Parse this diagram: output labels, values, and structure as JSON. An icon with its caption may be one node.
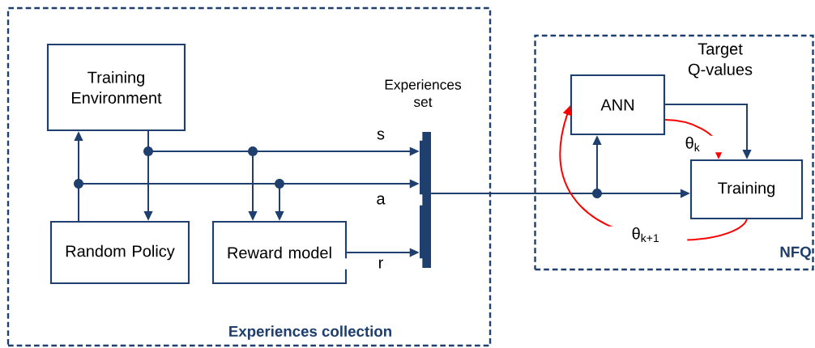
{
  "diagram": {
    "nodes": [
      {
        "text": [
          "Experiences collection"
        ]
      },
      {
        "text": [
          "Training Environment"
        ],
        "in": 0
      },
      {
        "text": [
          "Random Policy"
        ],
        "in": 0
      },
      {
        "text": [
          "Reward model"
        ],
        "in": 0
      },
      {
        "text": [
          "Experiences set"
        ],
        "in": 0
      },
      {
        "text": [
          "NFQ"
        ]
      },
      {
        "text": [
          "ANN"
        ],
        "in": 5
      },
      {
        "text": [
          "Training"
        ],
        "in": 5
      }
    ],
    "edges": [
      {
        "from": 1,
        "to": 2,
        "arrow": "to"
      },
      {
        "from": 1,
        "to": 4,
        "arrow": "to",
        "label": "s"
      },
      {
        "from": 1,
        "to": 3,
        "arrow": "to"
      },
      {
        "from": 2,
        "to": 1,
        "arrow": "to"
      },
      {
        "from": 2,
        "to": 4,
        "arrow": "to",
        "label": "a"
      },
      {
        "from": 2,
        "to": 3,
        "arrow": "to"
      },
      {
        "from": 3,
        "to": 4,
        "arrow": "to",
        "label": "r"
      },
      {
        "from": 4,
        "to": 7,
        "arrow": "to"
      },
      {
        "from": 4,
        "to": 6,
        "arrow": "to"
      },
      {
        "from": 6,
        "to": 7,
        "arrow": "to",
        "label": "Target Q-values"
      },
      {
        "from": 6,
        "to": 7,
        "arrow": "to",
        "label": "θ$_{k}$",
        "color": "#ff0000"
      },
      {
        "from": 7,
        "to": 6,
        "arrow": "to",
        "label": "θ$_{k+1}$",
        "color": "#ff0000"
      }
    ]
  }
}
